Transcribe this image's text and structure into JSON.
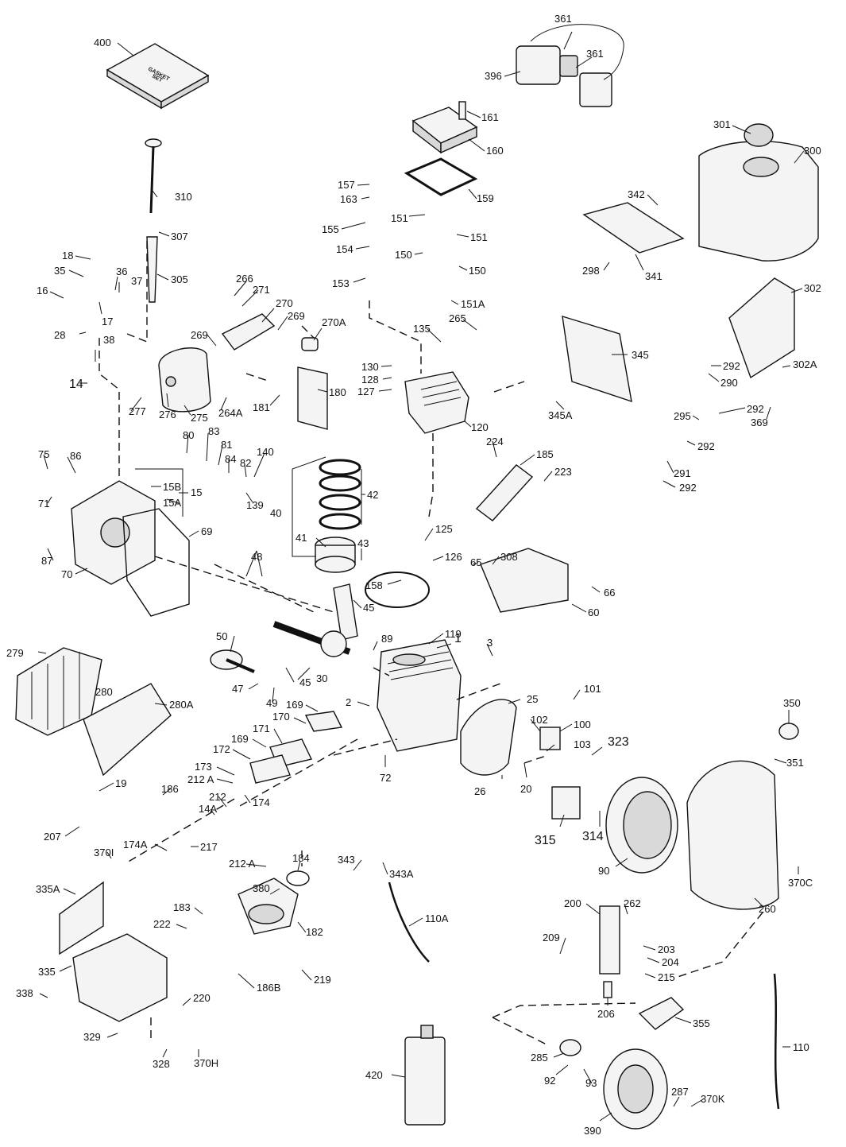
{
  "labels": {
    "l400": "400",
    "l361a": "361",
    "l361b": "361",
    "l396": "396",
    "l161": "161",
    "l160": "160",
    "l301": "301",
    "l300": "300",
    "l310": "310",
    "l307": "307",
    "l157": "157",
    "l163": "163",
    "l159": "159",
    "l342": "342",
    "l151a": "151",
    "l151b": "151",
    "l155": "155",
    "l154": "154",
    "l150a": "150",
    "l150b": "150",
    "l298": "298",
    "l341": "341",
    "l18": "18",
    "l35": "35",
    "l36": "36",
    "l37": "37",
    "l305": "305",
    "l266": "266",
    "l153": "153",
    "l151A": "151A",
    "l302": "302",
    "l16": "16",
    "l17": "17",
    "l271": "271",
    "l270": "270",
    "l269a": "269",
    "l269b": "269",
    "l270A": "270A",
    "l28": "28",
    "l38": "38",
    "l265": "265",
    "l135": "135",
    "l345": "345",
    "l14": "14",
    "l130": "130",
    "l128": "128",
    "l127": "127",
    "l292a": "292",
    "l302A": "302A",
    "l290": "290",
    "l277": "277",
    "l276": "276",
    "l275": "275",
    "l264A": "264A",
    "l181": "181",
    "l180": "180",
    "l345A": "345A",
    "l292b": "292",
    "l369": "369",
    "l120": "120",
    "l295": "295",
    "l292c": "292",
    "l80": "80",
    "l83": "83",
    "l81": "81",
    "l84": "84",
    "l82": "82",
    "l140": "140",
    "l224": "224",
    "l185": "185",
    "l291": "291",
    "l292d": "292",
    "l75": "75",
    "l86": "86",
    "l223": "223",
    "l15B": "15B",
    "l15": "15",
    "l15A": "15A",
    "l139": "139",
    "l42": "42",
    "l40": "40",
    "l71": "71",
    "l69": "69",
    "l125": "125",
    "l41": "41",
    "l43": "43",
    "l87": "87",
    "l308": "308",
    "l126": "126",
    "l65": "65",
    "l48": "48",
    "l70": "70",
    "l158": "158",
    "l66": "66",
    "l45a": "45",
    "l60": "60",
    "l50": "50",
    "l119": "119",
    "l1": "1",
    "l89": "89",
    "l3": "3",
    "l279": "279",
    "l30": "30",
    "l45b": "45",
    "l47": "47",
    "l49": "49",
    "l101": "101",
    "l280": "280",
    "l280A": "280A",
    "l169a": "169",
    "l25": "25",
    "l2": "2",
    "l350": "350",
    "l170": "170",
    "l102": "102",
    "l100": "100",
    "l171": "171",
    "l169b": "169",
    "l103": "103",
    "l323": "323",
    "l351": "351",
    "l172": "172",
    "l72": "72",
    "l173": "173",
    "l212Aa": "212 A",
    "l19": "19",
    "l186": "186",
    "l174": "174",
    "l26": "26",
    "l20": "20",
    "l212": "212",
    "l14A": "14A",
    "l315": "315",
    "l314": "314",
    "l207": "207",
    "l174A": "174A",
    "l217": "217",
    "l370I": "370I",
    "l90": "90",
    "l370C": "370C",
    "l212Ab": "212 A",
    "l184": "184",
    "l343": "343",
    "l343A": "343A",
    "l335A": "335A",
    "l380": "380",
    "l260": "260",
    "l200": "200",
    "l262": "262",
    "l183": "183",
    "l110A": "110A",
    "l222": "222",
    "l182": "182",
    "l209": "209",
    "l203": "203",
    "l204": "204",
    "l215": "215",
    "l335": "335",
    "l219": "219",
    "l186B": "186B",
    "l338": "338",
    "l220": "220",
    "l206": "206",
    "l355": "355",
    "l329": "329",
    "l110": "110",
    "l285": "285",
    "l92": "92",
    "l93": "93",
    "l328": "328",
    "l370H": "370H",
    "l420": "420",
    "l287": "287",
    "l370K": "370K",
    "l390": "390"
  }
}
